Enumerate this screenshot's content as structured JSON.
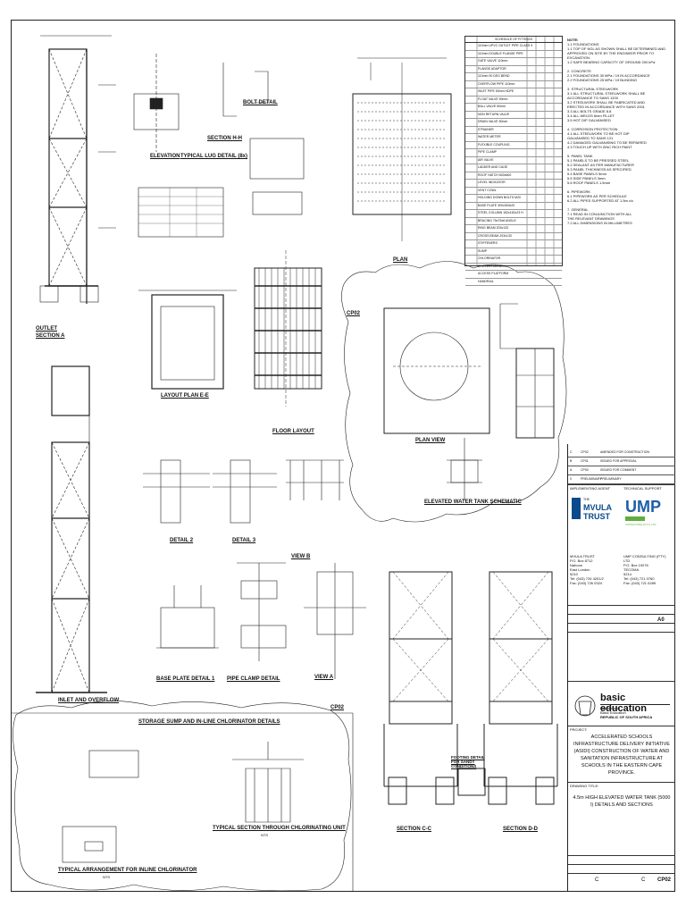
{
  "labels": {
    "section_a": "SECTION A",
    "outlet": "OUTLET",
    "elevation": "ELEVATION",
    "lug_detail": "TYPICAL LUG DETAIL (8x)",
    "section_hh": "SECTION H-H",
    "bolt_detail": "BOLT DETAIL",
    "plan": "PLAN",
    "layout_plan": "LAYOUT PLAN E-E",
    "floor_layout": "FLOOR LAYOUT",
    "plan_view": "PLAN VIEW",
    "tank_schematic": "ELEVATED WATER TANK SCHEMATIC",
    "detail2": "DETAIL 2",
    "detail3": "DETAIL 3",
    "view_b": "VIEW B",
    "view_a": "VIEW A",
    "base_plate": "BASE PLATE DETAIL 1",
    "pipe_clamp": "PIPE CLAMP DETAIL",
    "inlet_overflow": "INLET AND OVERFLOW",
    "sump_title": "STORAGE SUMP AND IN-LINE CHLORINATOR DETAILS",
    "typ_chlorinator": "TYPICAL ARRANGEMENT FOR INLINE CHLORINATOR",
    "typ_section": "TYPICAL SECTION THROUGH CHLORINATING UNIT",
    "nts": "NTS",
    "section_cc": "SECTION C-C",
    "section_dd": "SECTION D-D",
    "footing_detail": "FOOTING DETAIL FOR SANDY CONDITIONS",
    "schedule_title": "SCHEDULE OF FITTINGS",
    "cp02_a": "CP02",
    "cp02_b": "CP02"
  },
  "notes": {
    "heading": "NOTE:",
    "lines": [
      "1.1 FOUNDATIONS",
      "1.1 TOP OF NGL AS SHOWN SHALL BE DETERMINED AND",
      "APPROVED ON SITE BY THE ENGINEER PRIOR TO",
      "EXCAVATION.",
      "1.2 SAFE BEARING CAPACITY OF GROUND 200 kPa",
      "",
      "2. CONCRETE",
      "2.1 FOUNDATIONS 30 MPa / 19 IN ACCORDANCE",
      "2.2 FOUNDATIONS 25 MPa / 19 BLINDING",
      "",
      "3. STRUCTURAL STEELWORK",
      "3.1 ALL STRUCTURAL STEELWORK SHALL BE",
      "ACCORDANCE TO SANS 1200",
      "3.2 STEELWORK SHALL BE FABRICATED AND",
      "ERECTED IN ACCORDANCE WITH SANS 2001",
      "3.3 ALL BOLTS GRADE 8.8",
      "3.4 ALL WELDS 6mm FILLET",
      "3.5 HOT DIP GALVANISED",
      "",
      "4. CORROSION PROTECTION",
      "4.1 ALL STEELWORK TO BE HOT DIP",
      "GALVANISED TO SANS 121",
      "4.2 DAMAGED GALVANISING TO BE REPAIRED",
      "4.3 TOUCH UP WITH ZINC RICH PAINT",
      "",
      "5. PANEL TANK",
      "5.1 PANELS TO BE PRESSED STEEL",
      "5.2 SEALANT AS PER MANUFACTURER",
      "5.3 PANEL THICKNESS AS SPECIFIED",
      "5.4 BASE PANELS 5mm",
      "5.5 SIDE PANELS 3mm",
      "5.6 ROOF PANELS 1.5mm",
      "",
      "6. PIPEWORK",
      "6.1 PIPEWORK AS PER SCHEDULE",
      "6.2 ALL PIPES SUPPORTED AT 1.5m c/c",
      "",
      "7. GENERAL",
      "7.1 READ IN CONJUNCTION WITH ALL",
      "THE RELEVANT DRAWINGS",
      "7.2 ALL DIMENSIONS IN MILLIMETRES"
    ]
  },
  "schedule": [
    "110mm UPVC OUTLET PIPE CLASS 9",
    "110mm DOUBLE FLANGE PIPE",
    "GATE VALVE 110mm",
    "FLANGE ADAPTOR",
    "110mm 90 DEG BEND",
    "OVERFLOW PIPE 110mm",
    "INLET PIPE 50mm HDPE",
    "FLOAT VALVE 50mm",
    "BALL VALVE 50mm",
    "NON RETURN VALVE",
    "DRAIN VALVE 50mm",
    "STRAINER",
    "WATER METER",
    "FLEXIBLE COUPLING",
    "PIPE CLAMP",
    "AIR VALVE",
    "LADDER AND CAGE",
    "ROOF HATCH 600x600",
    "LEVEL INDICATOR",
    "VENT COWL",
    "HOLDING DOWN BOLTS M20",
    "BASE PLATE 300x300x20",
    "STEEL COLUMN 152x152x23 H",
    "BRACING 75x75x6 ANGLE",
    "RING BEAM 203x133",
    "CROSS BEAM 203x133",
    "STIFFENERS",
    "SUMP",
    "CHLORINATOR",
    "PROTECTION BOX",
    "ACCESS PLATFORM",
    "HANDRAIL"
  ],
  "title_block": {
    "revisions": [
      {
        "no": "C",
        "code": "CP02",
        "desc": "AMENDED FOR CONSTRUCTION"
      },
      {
        "no": "B",
        "code": "CP01",
        "desc": "ISSUED FOR APPROVAL"
      },
      {
        "no": "A",
        "code": "CP00",
        "desc": "ISSUED FOR COMMENT"
      },
      {
        "no": "0",
        "code": "PRELIMINARY",
        "desc": "PRELIMINARY"
      }
    ],
    "implementing_agent": "IMPLEMENTING AGENT",
    "technical_support": "TECHNICAL SUPPORT",
    "mvula_name": "MVULA TRUST",
    "mvula_the": "THE",
    "ump_name": "UMP",
    "ump_sub": "CONSULTING (PTY) LTD",
    "mvula_addr": [
      "MVULA TRUST",
      "P.O. Box 8712",
      "Nahoon",
      "East London",
      "5210",
      "Tel: (043) 726 4201/2",
      "Fax: (043) 726 0324"
    ],
    "ump_addr": [
      "UMP CONSULTING (PTY)",
      "LTD",
      "P.O. Box 19276",
      "TECOMA",
      "5214",
      "Tel: (043) 721 0760",
      "Fax: (043) 721 0289"
    ],
    "size": "A0",
    "dbe_title": "basic education",
    "dbe_dept": "Department:",
    "dbe_dept2": "Basic Education",
    "dbe_country": "REPUBLIC OF SOUTH AFRICA",
    "project_label": "PROJECT:",
    "project": "ACCELERATED SCHOOLS INFRASTRUCTURE DELIVERY INITIATIVE (ASIDI) CONSTRUCTION OF WATER AND SANITATION INFRASTRUCTURE AT SCHOOLS IN THE EASTERN CAPE PROVINCE.",
    "drawing_title_label": "DRAWING TITLE:",
    "drawing_title": "4.5m HIGH ELEVATED WATER TANK (5000 l) DETAILS AND SECTIONS",
    "rev_c1": "C",
    "rev_c2": "C",
    "drawing_no": "CP02"
  }
}
